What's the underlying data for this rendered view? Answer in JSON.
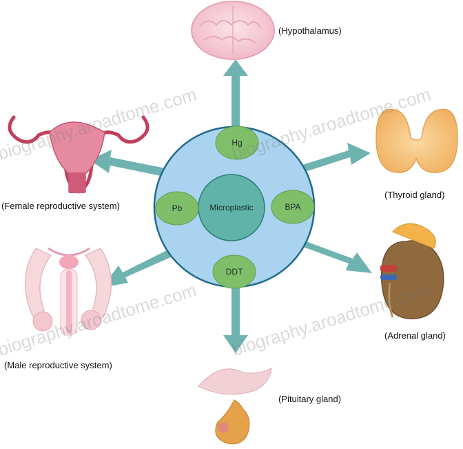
{
  "center": {
    "label": "Microplastic"
  },
  "nodes": {
    "top": "Hg",
    "left": "Pb",
    "right": "BPA",
    "bottom": "DDT"
  },
  "organs": {
    "hypothalamus": "(Hypothalamus)",
    "thyroid": "(Thyroid gland)",
    "adrenal": "(Adrenal gland)",
    "pituitary": "(Pituitary gland)",
    "male": "(Male reproductive system)",
    "female": "(Female reproductive system)"
  },
  "watermark": "biography.aroadtome.com",
  "colors": {
    "arrow": "#6fb3b0",
    "outer_circle": "#a9d3ee",
    "outer_stroke": "#1f6b8a",
    "node_fill": "#7fbf6a",
    "center_fill": "#5fb3a8"
  }
}
